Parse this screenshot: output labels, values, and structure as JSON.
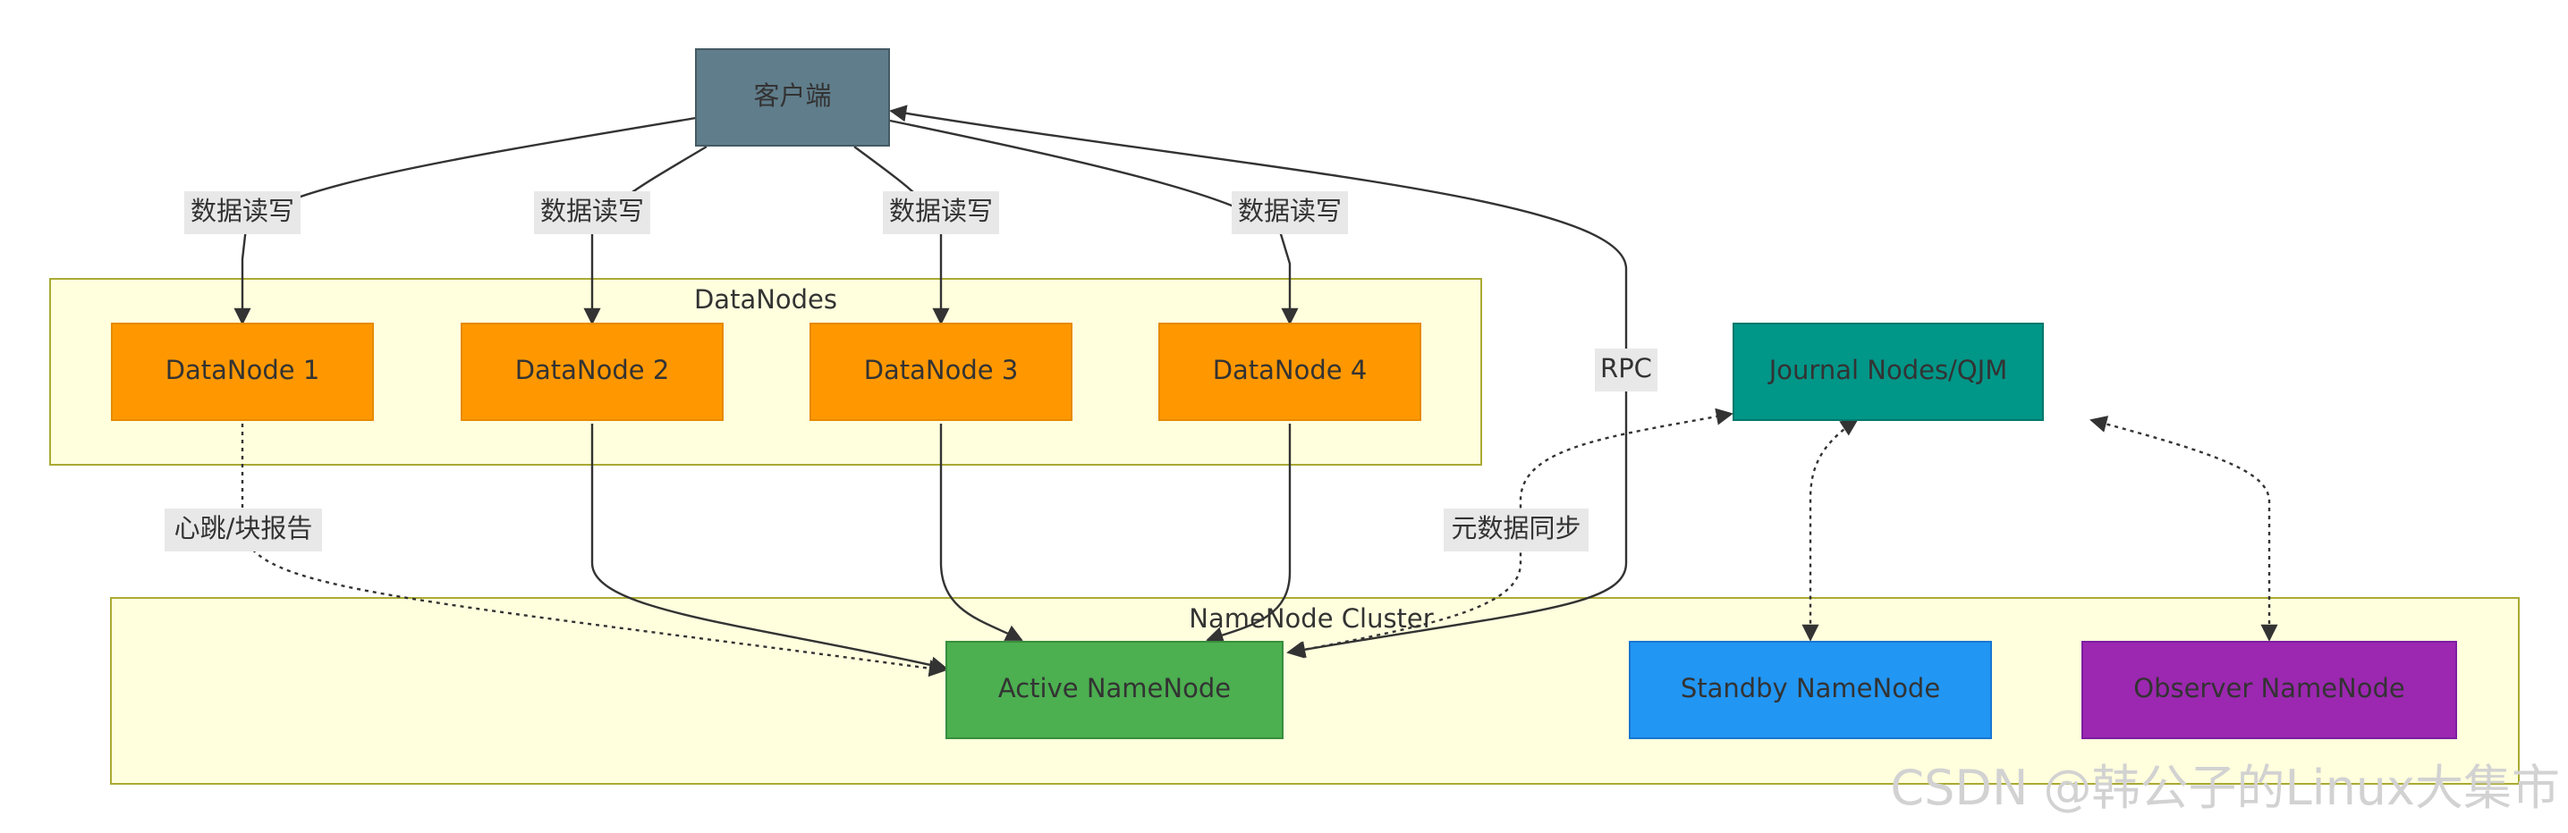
{
  "diagram": {
    "groups": {
      "datanodes": {
        "title": "DataNodes"
      },
      "namenode_cluster": {
        "title": "NameNode Cluster"
      }
    },
    "nodes": {
      "client": {
        "label": "客户端",
        "fill": "#607d8b",
        "text_color": "#333333"
      },
      "datanode1": {
        "label": "DataNode 1",
        "fill": "#ff9800",
        "text_color": "#333333"
      },
      "datanode2": {
        "label": "DataNode 2",
        "fill": "#ff9800",
        "text_color": "#333333"
      },
      "datanode3": {
        "label": "DataNode 3",
        "fill": "#ff9800",
        "text_color": "#333333"
      },
      "datanode4": {
        "label": "DataNode 4",
        "fill": "#ff9800",
        "text_color": "#333333"
      },
      "journal": {
        "label": "Journal Nodes/QJM",
        "fill": "#009688",
        "text_color": "#333333"
      },
      "active_namenode": {
        "label": "Active NameNode",
        "fill": "#4caf50",
        "text_color": "#333333"
      },
      "standby_namenode": {
        "label": "Standby NameNode",
        "fill": "#2196f3",
        "text_color": "#333333"
      },
      "observer_namenode": {
        "label": "Observer NameNode",
        "fill": "#9c27b0",
        "text_color": "#333333"
      }
    },
    "edges": {
      "client_dn1": {
        "label": "数据读写"
      },
      "client_dn2": {
        "label": "数据读写"
      },
      "client_dn3": {
        "label": "数据读写"
      },
      "client_dn4": {
        "label": "数据读写"
      },
      "client_rpc": {
        "label": "RPC"
      },
      "heartbeat": {
        "label": "心跳/块报告"
      },
      "metadata_sync": {
        "label": "元数据同步"
      }
    }
  },
  "watermark": "CSDN @韩公子的Linux大集市"
}
